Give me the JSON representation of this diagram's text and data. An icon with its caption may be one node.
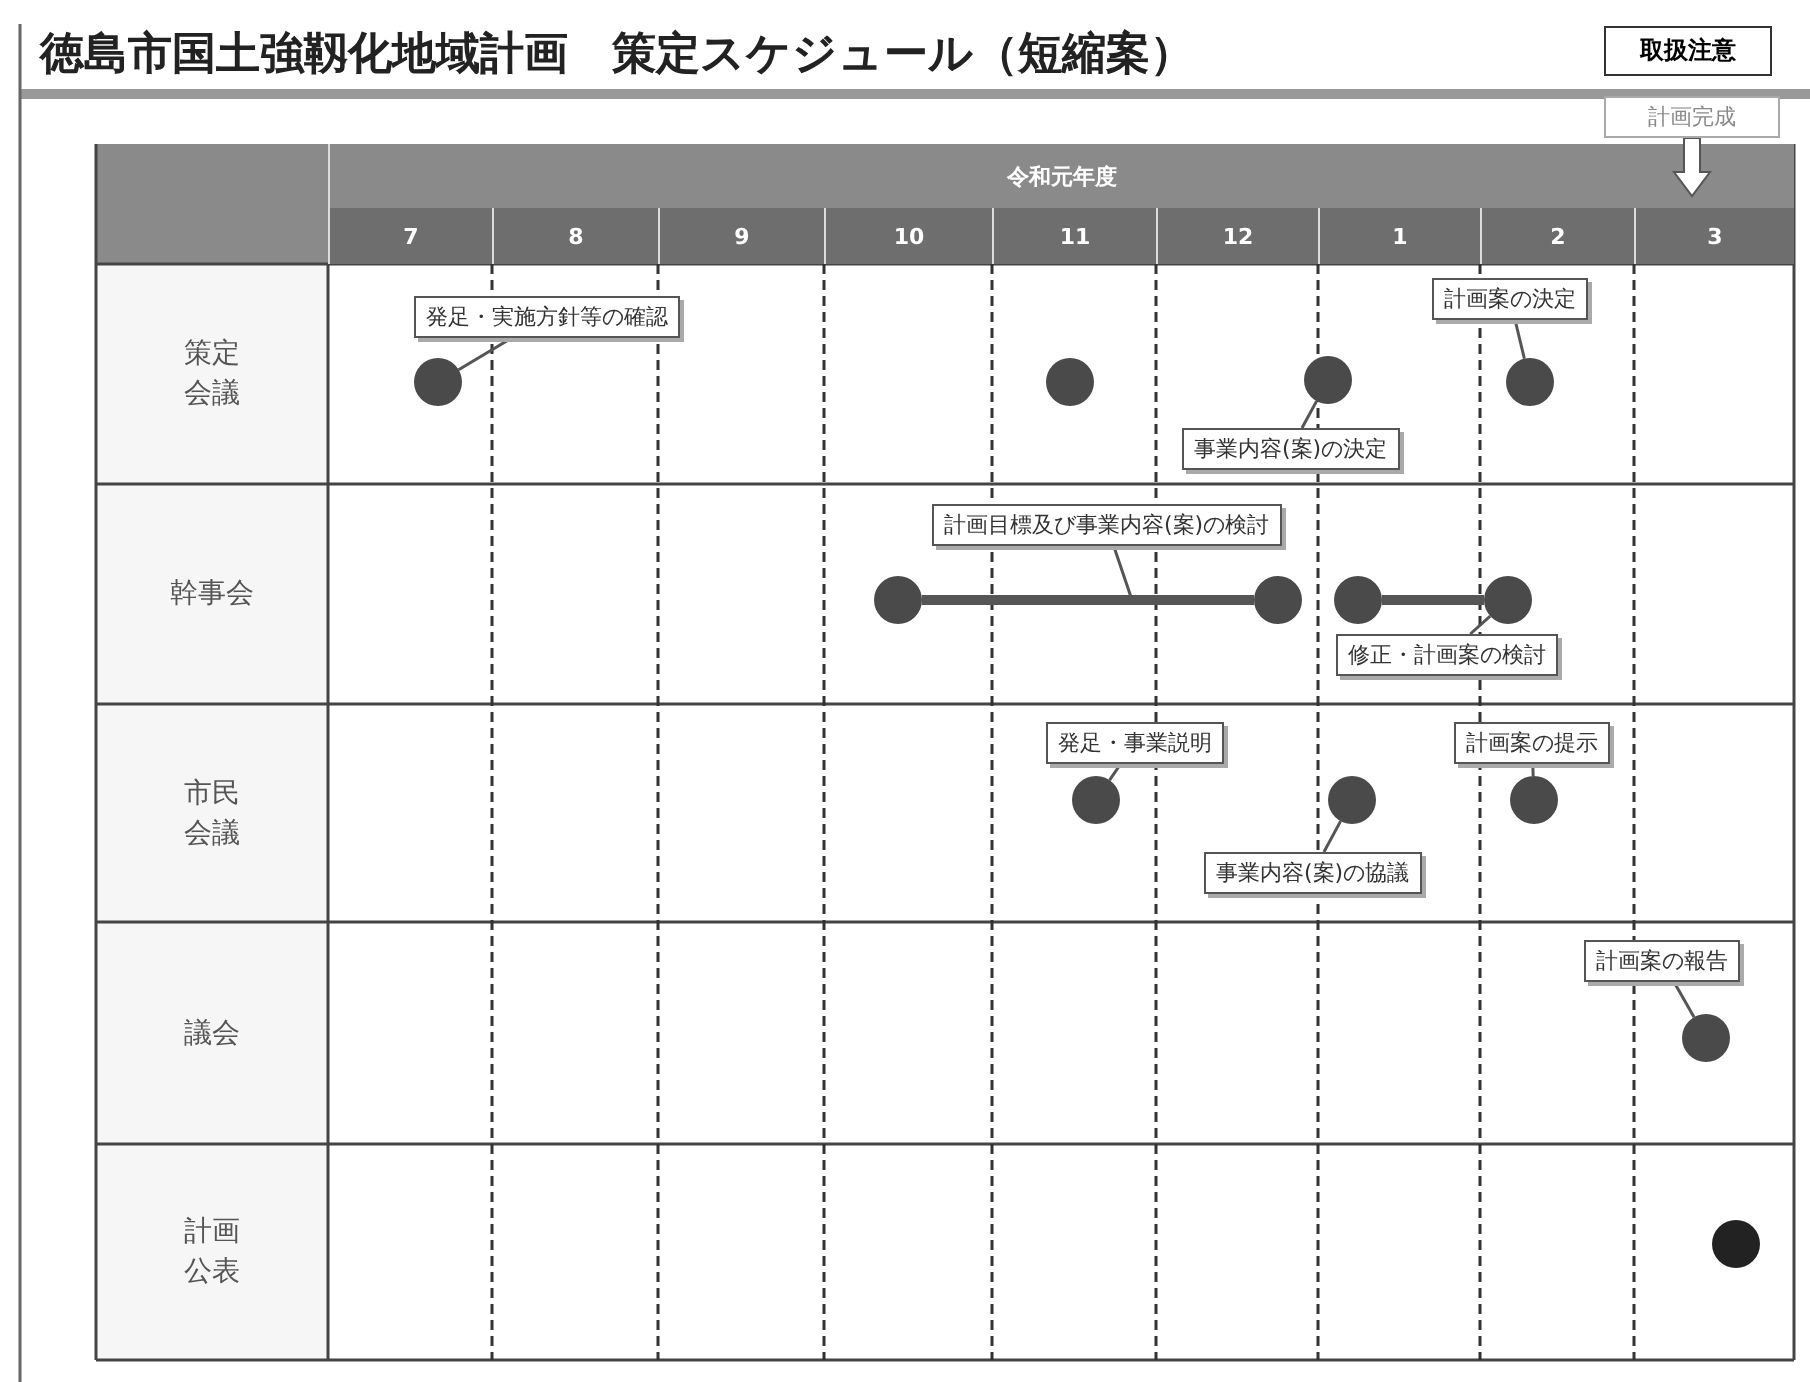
{
  "diagram": {
    "title": "徳島市国土強靱化地域計画　策定スケジュール（短縮案）",
    "nodes": [
      {
        "text": [
          "計画完成"
        ]
      },
      {
        "text": [
          "発足・実施方針等の確認"
        ]
      },
      {
        "text": [],
        "shape": "circle"
      },
      {
        "text": [],
        "shape": "circle"
      },
      {
        "text": [],
        "shape": "circle"
      },
      {
        "text": [
          "計画案の決定"
        ]
      },
      {
        "text": [],
        "shape": "circle"
      },
      {
        "text": [
          "事業内容(案)の決定"
        ]
      },
      {
        "text": [
          "計画目標及び事業内容(案)の検討"
        ]
      },
      {
        "text": [],
        "shape": "circle"
      },
      {
        "text": [],
        "shape": "circle"
      },
      {
        "text": [],
        "shape": "circle"
      },
      {
        "text": [],
        "shape": "circle"
      },
      {
        "text": [
          "修正・計画案の検討"
        ]
      },
      {
        "text": [
          "発足・事業説明"
        ]
      },
      {
        "text": [
          "計画案の提示"
        ]
      },
      {
        "text": [],
        "shape": "circle"
      },
      {
        "text": [],
        "shape": "circle"
      },
      {
        "text": [],
        "shape": "circle"
      },
      {
        "text": [
          "事業内容(案)の協議"
        ]
      },
      {
        "text": [
          "計画案の報告"
        ]
      },
      {
        "text": [],
        "shape": "circle"
      },
      {
        "text": [],
        "shape": "circle"
      }
    ],
    "edges": [
      {
        "from": 0,
        "to": null,
        "arrow": "to",
        "style": "thick",
        "color": "#ffffff"
      },
      {
        "from": 1,
        "to": 2,
        "arrow": "none"
      },
      {
        "from": 5,
        "to": 6,
        "arrow": "none"
      },
      {
        "from": 7,
        "to": 4,
        "arrow": "none"
      },
      {
        "from": 9,
        "to": 10,
        "arrow": "none",
        "style": "thick"
      },
      {
        "from": 11,
        "to": 12,
        "arrow": "none",
        "style": "thick"
      },
      {
        "from": 8,
        "to": null,
        "arrow": "none"
      },
      {
        "from": 13,
        "to": 12,
        "arrow": "none"
      },
      {
        "from": 14,
        "to": 16,
        "arrow": "none"
      },
      {
        "from": 15,
        "to": 18,
        "arrow": "none"
      },
      {
        "from": 19,
        "to": 17,
        "arrow": "none"
      },
      {
        "from": 20,
        "to": 21,
        "arrow": "none"
      }
    ],
    "labels": [
      "取扱注意",
      "令和元年度",
      "7",
      "8",
      "9",
      "10",
      "11",
      "12",
      "1",
      "2",
      "3",
      "策定会議",
      "幹事会",
      "市民会議",
      "議会",
      "計画公表"
    ]
  }
}
